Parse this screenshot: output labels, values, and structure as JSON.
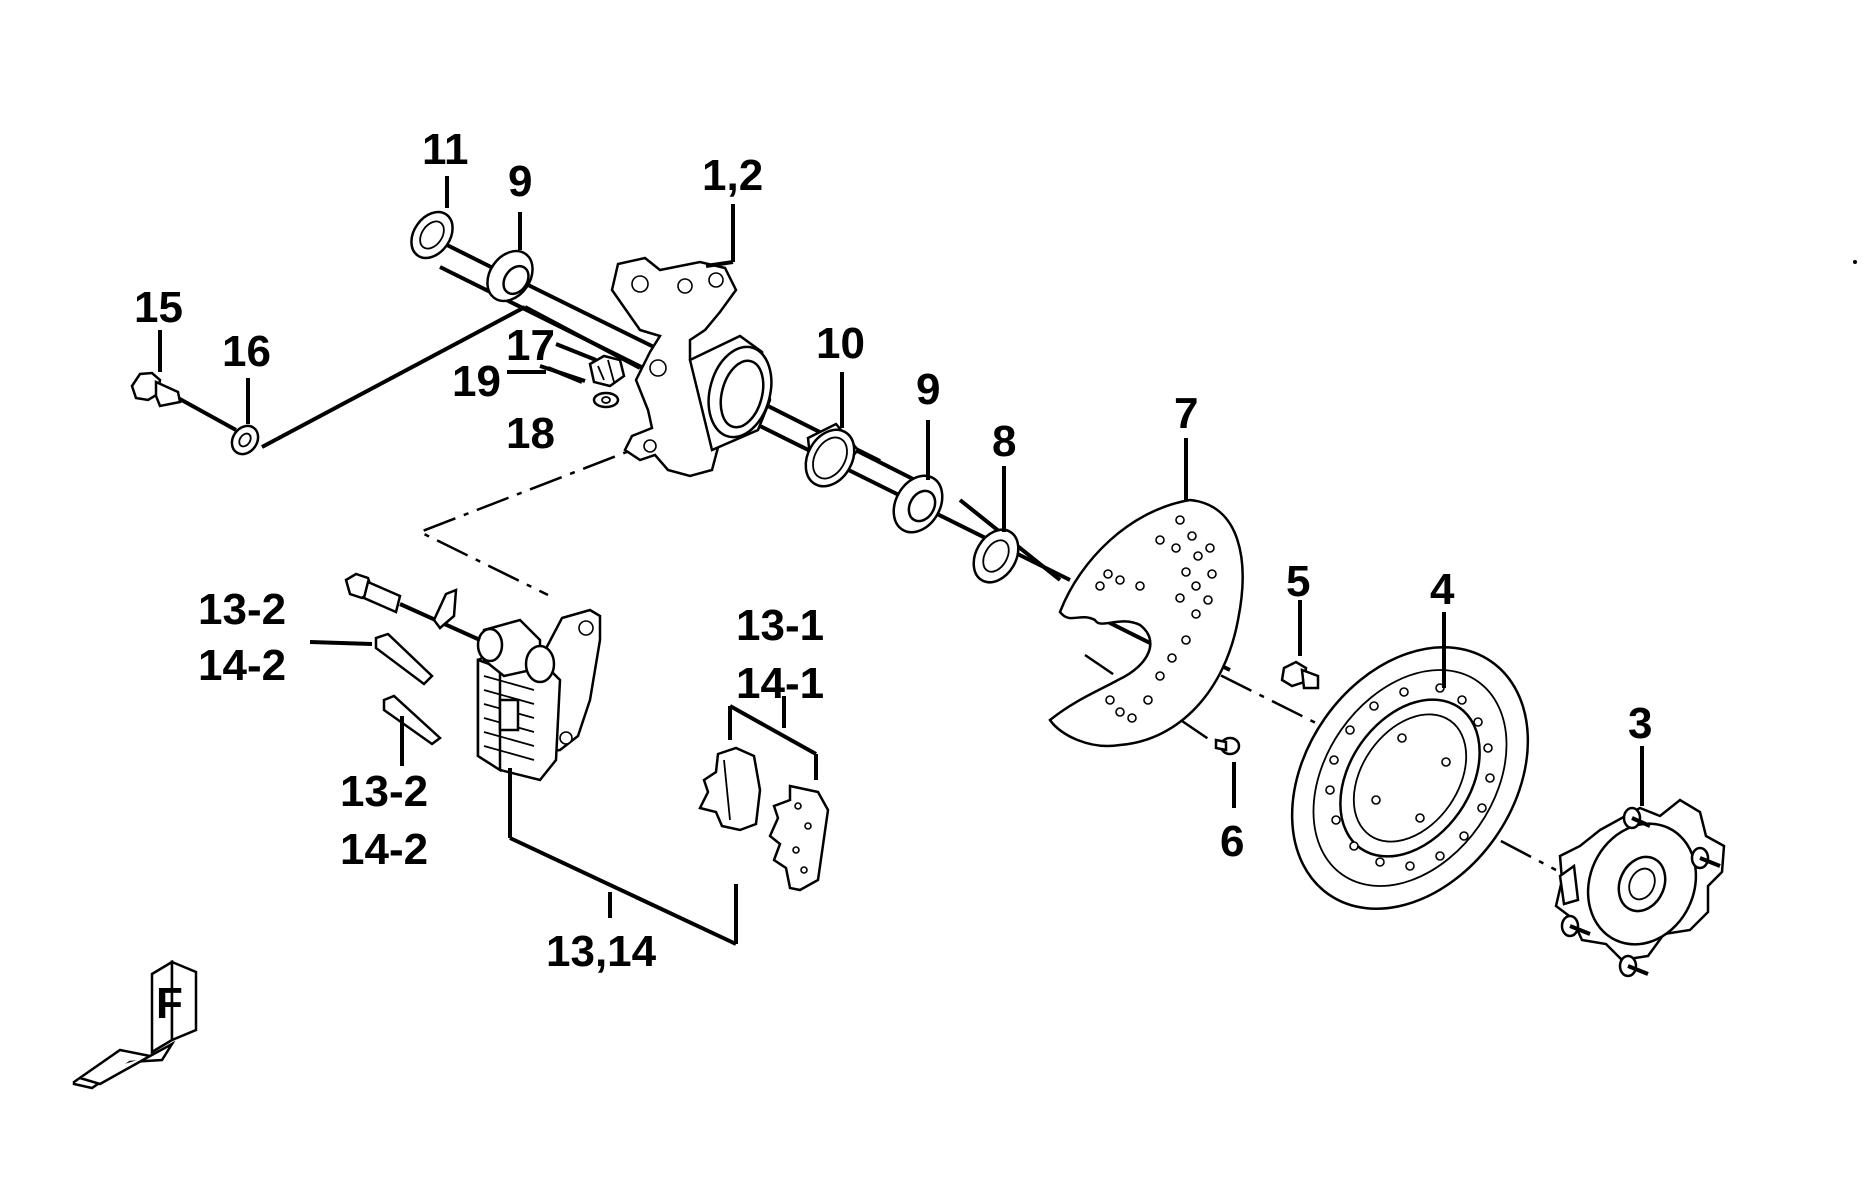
{
  "callouts": {
    "c11": "11",
    "c9a": "9",
    "c12": "1,2",
    "c15": "15",
    "c16": "16",
    "c17": "17",
    "c19": "19",
    "c18": "18",
    "c10": "10",
    "c9b": "9",
    "c8": "8",
    "c7": "7",
    "c5": "5",
    "c4": "4",
    "c3": "3",
    "c6": "6",
    "c13_2a": "13-2",
    "c14_2a": "14-2",
    "c13_2b": "13-2",
    "c14_2b": "14-2",
    "c13_1": "13-1",
    "c14_1": "14-1",
    "c1314": "13,14"
  },
  "direction_marker": {
    "letter": "F",
    "icon": "front-direction-arrow-icon"
  },
  "colors": {
    "ink": "#000000",
    "background": "#ffffff"
  }
}
